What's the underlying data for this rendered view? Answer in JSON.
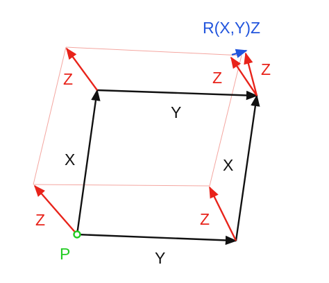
{
  "diagram": {
    "labels": {
      "point": "P",
      "x_left": "X",
      "x_right": "X",
      "y_top": "Y",
      "y_bottom": "Y",
      "z_top_left": "Z",
      "z_bottom_left": "Z",
      "z_bottom_right": "Z",
      "z_top_right_inner": "Z",
      "z_top_right_outer": "Z",
      "result": "R(X,Y)Z"
    },
    "colors": {
      "edge": "#111111",
      "z_vector": "#e8231a",
      "guide": "#f4a6a0",
      "result": "#2255dd",
      "point_label": "#22cc22",
      "point_marker": "#22cc22"
    }
  }
}
